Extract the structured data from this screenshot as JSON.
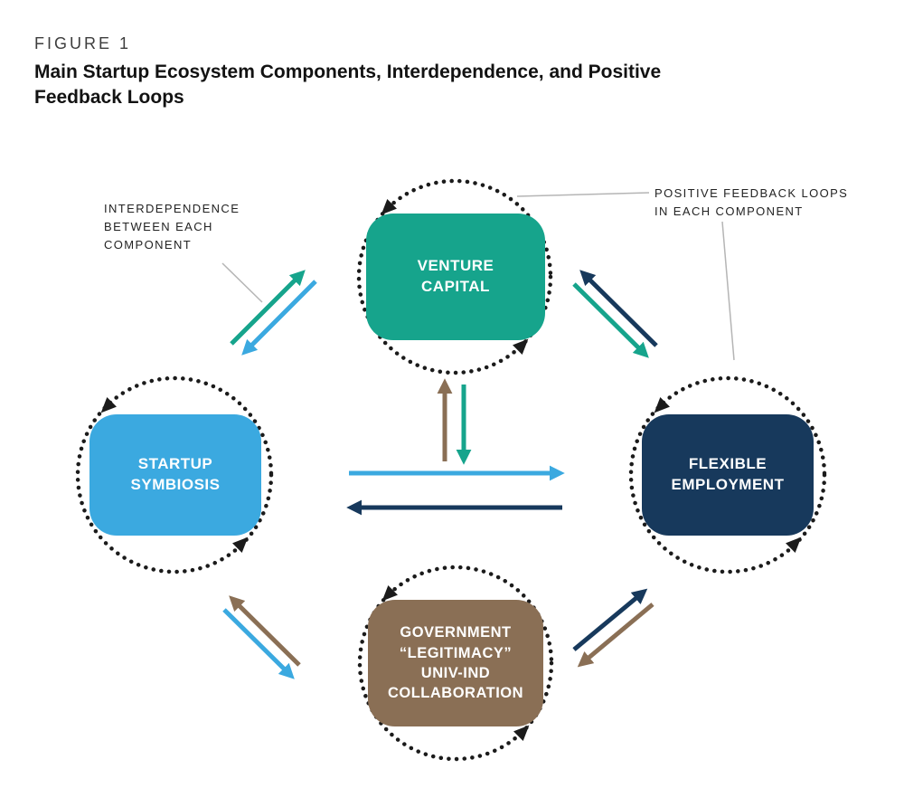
{
  "figure": {
    "label": "FIGURE 1",
    "title": "Main Startup Ecosystem Components, Interdependence, and Positive\nFeedback Loops"
  },
  "annotations": {
    "interdependence": "INTERDEPENDENCE\nBETWEEN EACH\nCOMPONENT",
    "positive_feedback": "POSITIVE FEEDBACK LOOPS\nIN EACH COMPONENT"
  },
  "components": {
    "venture_capital": {
      "label": "VENTURE\nCAPITAL",
      "color": "#16A48C"
    },
    "startup_symbiosis": {
      "label": "STARTUP\nSYMBIOSIS",
      "color": "#3BA9E0"
    },
    "flexible_employment": {
      "label": "FLEXIBLE\nEMPLOYMENT",
      "color": "#17395C"
    },
    "government": {
      "label": "GOVERNMENT\n“LEGITIMACY”\nUNIV-IND\nCOLLABORATION",
      "color": "#8A6F55"
    }
  },
  "colors": {
    "teal": "#16A48C",
    "light_blue": "#3BA9E0",
    "navy": "#17395C",
    "brown": "#8A6F55",
    "loop_dots": "#1B1B1B",
    "annotation_line": "#B5B5B5"
  }
}
